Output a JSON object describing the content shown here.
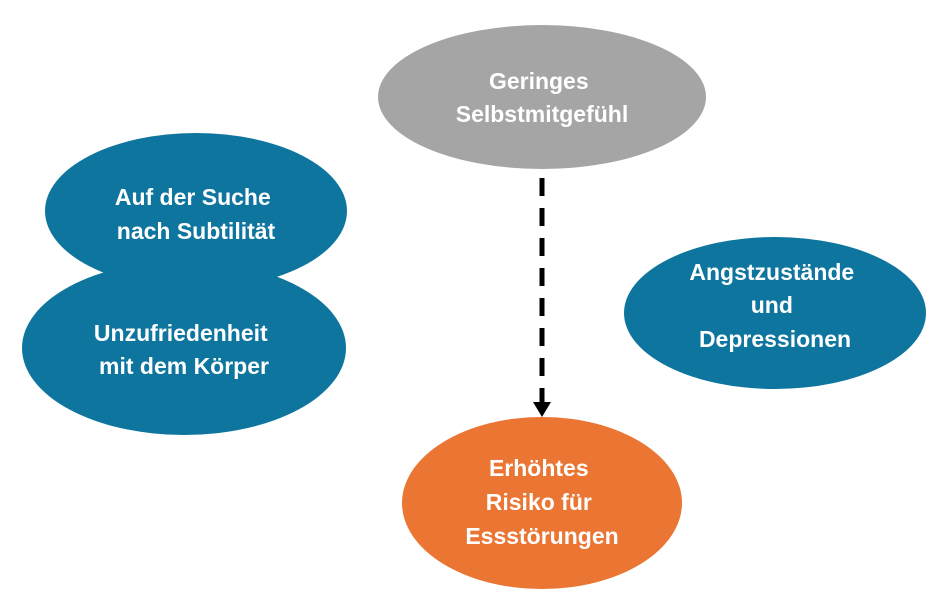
{
  "colors": {
    "gray": "#A5A5A5",
    "blue": "#0E759E",
    "orange": "#EB7532",
    "text": "#FFFFFF",
    "arrow": "#000000"
  },
  "nodes": {
    "low_self_compassion": {
      "lines": [
        "Geringes",
        "Selbstmitgefühl"
      ],
      "color": "gray"
    },
    "subtility": {
      "lines": [
        "Auf der Suche",
        "nach Subtilität"
      ],
      "color": "blue"
    },
    "body_dissatisfaction": {
      "lines": [
        "Unzufriedenheit",
        "mit dem Körper"
      ],
      "color": "blue"
    },
    "anxiety_depression": {
      "lines": [
        "Angstzustände",
        "und",
        "Depressionen"
      ],
      "color": "blue"
    },
    "eating_disorder_risk": {
      "lines": [
        "Erhöhtes",
        "Risiko für",
        "Essstörungen"
      ],
      "color": "orange"
    }
  },
  "edges": [
    {
      "from": "low_self_compassion",
      "to": "eating_disorder_risk",
      "style": "dashed"
    }
  ]
}
